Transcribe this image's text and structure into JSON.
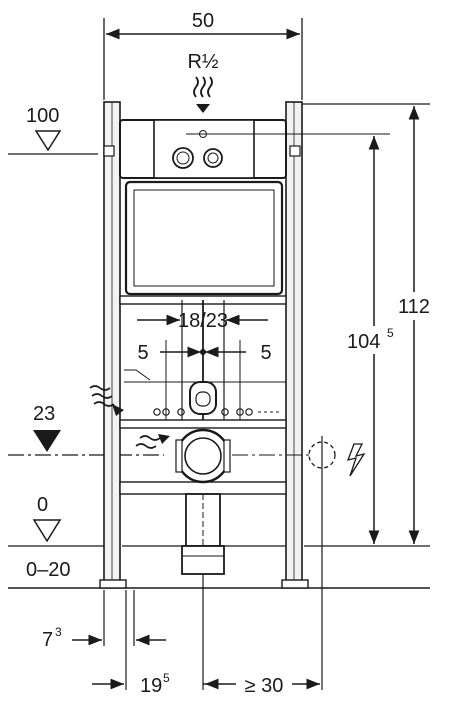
{
  "dimensions": {
    "width_top": "50",
    "pipe_thread": "R½",
    "level_100": "100",
    "level_23": "23",
    "level_0": "0",
    "range_0_20": "0–20",
    "spacing_18_23": "18/23",
    "offset_left_5": "5",
    "offset_right_5": "5",
    "height_112": "112",
    "height_104_base": "104",
    "height_104_sup": "5",
    "bottom_7_base": "7",
    "bottom_7_sup": "3",
    "bottom_19_base": "19",
    "bottom_19_sup": "5",
    "bottom_ge30": "≥ 30"
  },
  "colors": {
    "line": "#1a1a1a",
    "frame_fill": "#f2f2f2"
  },
  "icons": [
    "water-supply-arrow-icon",
    "level-marker-triangle-icon",
    "electrical-lightning-icon",
    "dimension-arrow-icon"
  ]
}
